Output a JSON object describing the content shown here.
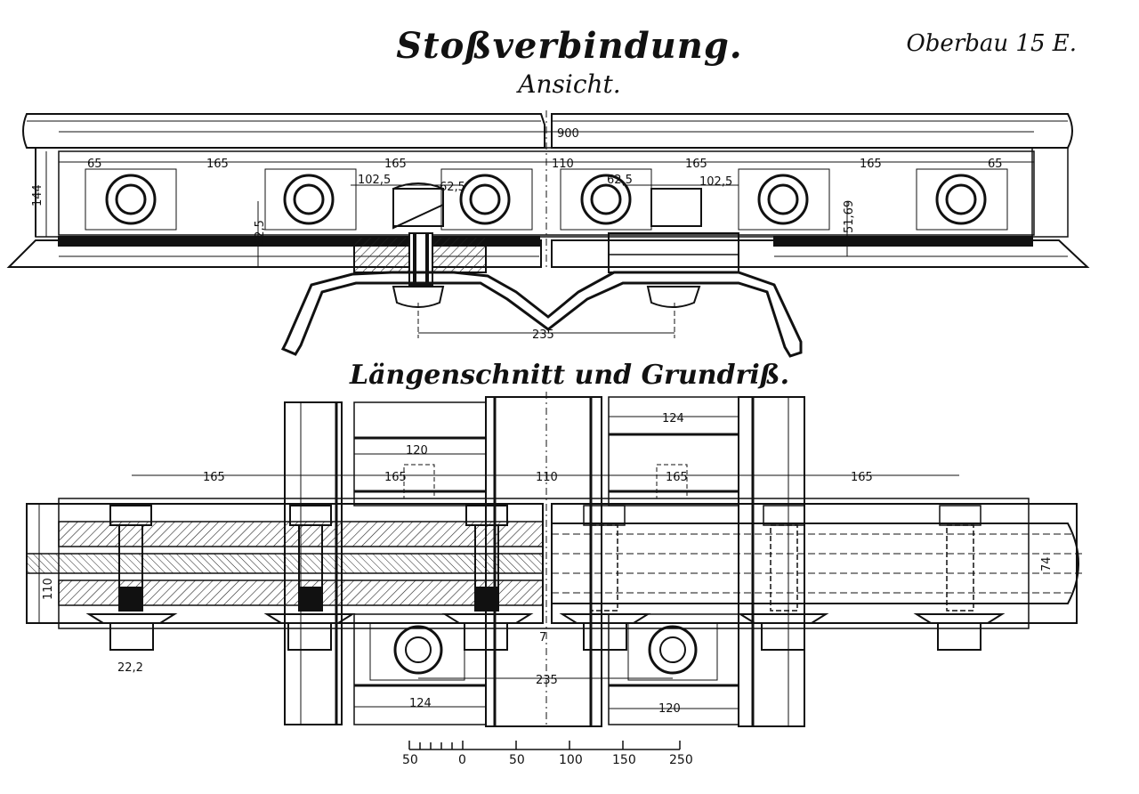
{
  "title": "Stoßverbindung.",
  "sheet": "Oberbau 15 E.",
  "view_heading": "Ansicht.",
  "section_heading": "Längenschnitt und Grundriß.",
  "dims_top": {
    "d900": "900",
    "d144": "144",
    "d65a": "65",
    "d165a": "165",
    "d165b": "165",
    "d1025a": "102,5",
    "d625a": "62,5",
    "d110": "110",
    "d625b": "62,5",
    "d165c": "165",
    "d1025b": "102,5",
    "d165d": "165",
    "d65b": "65",
    "d625v": "62,5",
    "d5169": "51,69",
    "d235": "235"
  },
  "dims_bottom": {
    "d124a": "124",
    "d120a": "120",
    "d165e": "165",
    "d165f": "165",
    "d110b": "110",
    "d165g": "165",
    "d165h": "165",
    "d110v": "110",
    "d74": "74",
    "d222": "22,2",
    "d7": "7",
    "d235b": "235",
    "d124b": "124",
    "d120b": "120"
  },
  "scale": {
    "labels": [
      "50",
      "0",
      "50",
      "100",
      "150",
      "250"
    ]
  }
}
